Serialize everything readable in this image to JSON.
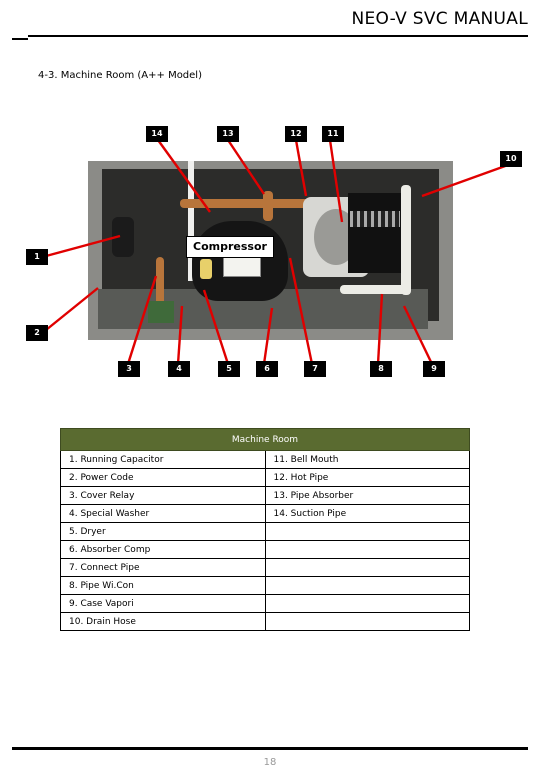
{
  "header": {
    "title": "NEO-V SVC MANUAL"
  },
  "section": {
    "title": "4-3. Machine Room (A++ Model)"
  },
  "figure": {
    "compressor_label": "Compressor",
    "callouts": [
      "14",
      "13",
      "12",
      "11",
      "10",
      "1",
      "2",
      "3",
      "4",
      "5",
      "6",
      "7",
      "8",
      "9"
    ]
  },
  "table": {
    "title": "Machine Room",
    "rows": [
      [
        "1. Running Capacitor",
        "11. Bell Mouth"
      ],
      [
        "2. Power Code",
        "12. Hot Pipe"
      ],
      [
        "3. Cover Relay",
        "13. Pipe Absorber"
      ],
      [
        "4. Special Washer",
        "14. Suction Pipe"
      ],
      [
        "5. Dryer",
        ""
      ],
      [
        "6. Absorber Comp",
        ""
      ],
      [
        "7. Connect Pipe",
        ""
      ],
      [
        "8. Pipe Wi.Con",
        ""
      ],
      [
        "9. Case Vapori",
        ""
      ],
      [
        "10. Drain Hose",
        ""
      ]
    ]
  },
  "footer": {
    "page_number": "18"
  }
}
